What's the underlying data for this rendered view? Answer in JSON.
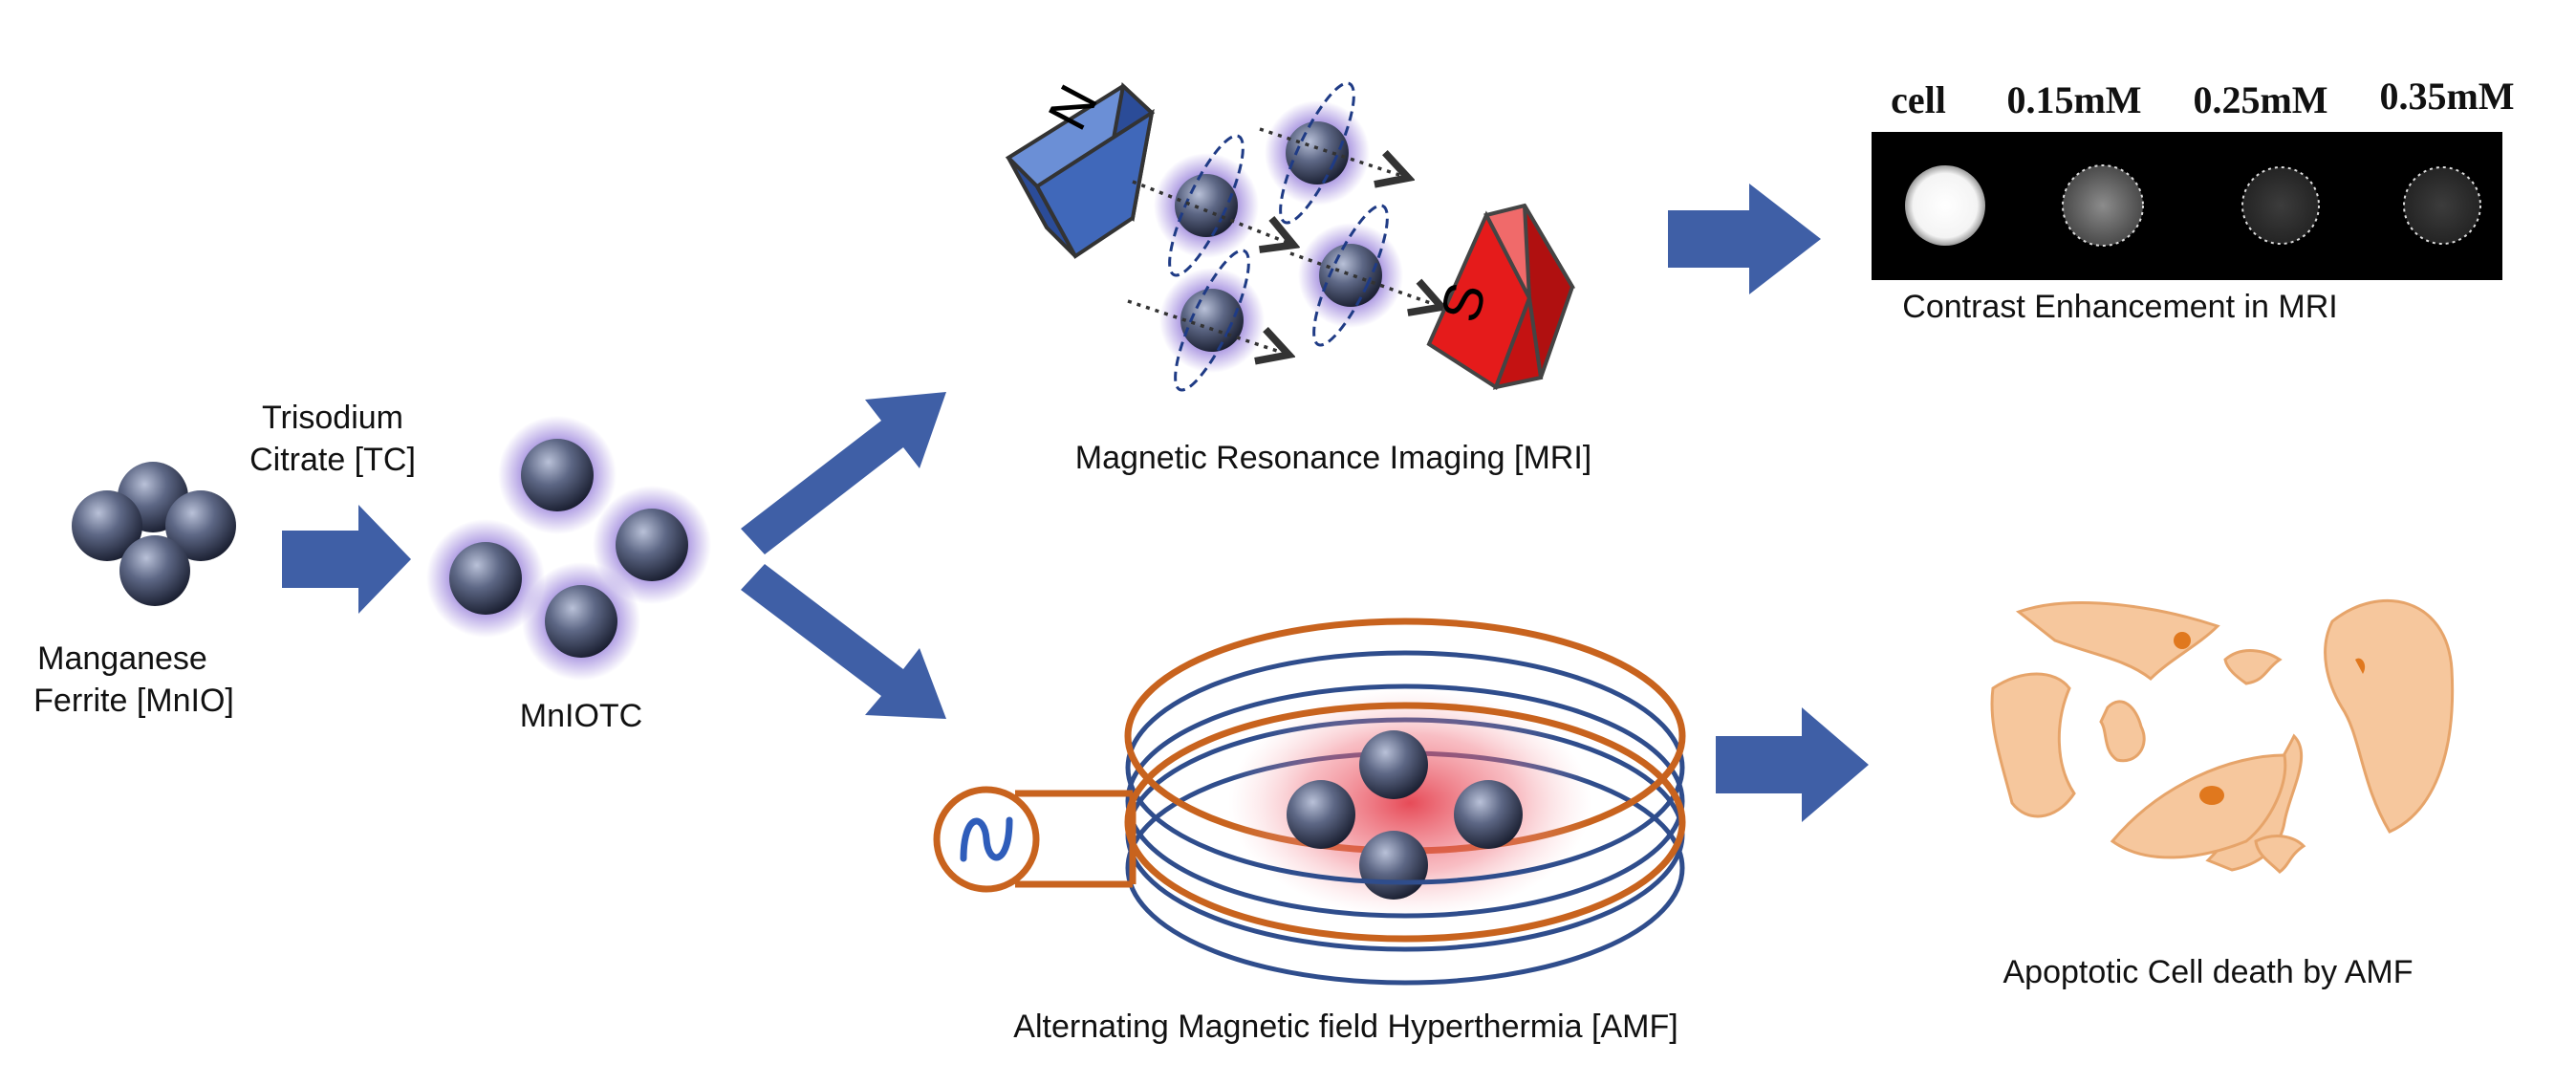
{
  "labels": {
    "manganese_ferrite_line1": "Manganese",
    "manganese_ferrite_line2": "Ferrite [MnIO]",
    "trisodium_line1": "Trisodium",
    "trisodium_line2": "Citrate [TC]",
    "mniotc": "MnIOTC",
    "mri": "Magnetic Resonance Imaging [MRI]",
    "amf": "Alternating Magnetic field Hyperthermia [AMF]",
    "contrast": "Contrast Enhancement in MRI",
    "apoptotic": "Apoptotic Cell death by AMF",
    "magnet_n": "N",
    "magnet_s": "S"
  },
  "mri_panel": {
    "columns": [
      "cell",
      "0.15mM",
      "0.25mM",
      "0.35mM"
    ]
  },
  "colors": {
    "arrow": "#3f5fa6",
    "coil": "#c8631e",
    "coil_inner": "#2f4d8c",
    "magnet_n": "#3e63b0",
    "magnet_s": "#e01818",
    "cell": "#f6c79d",
    "nucleus": "#e0781e"
  }
}
